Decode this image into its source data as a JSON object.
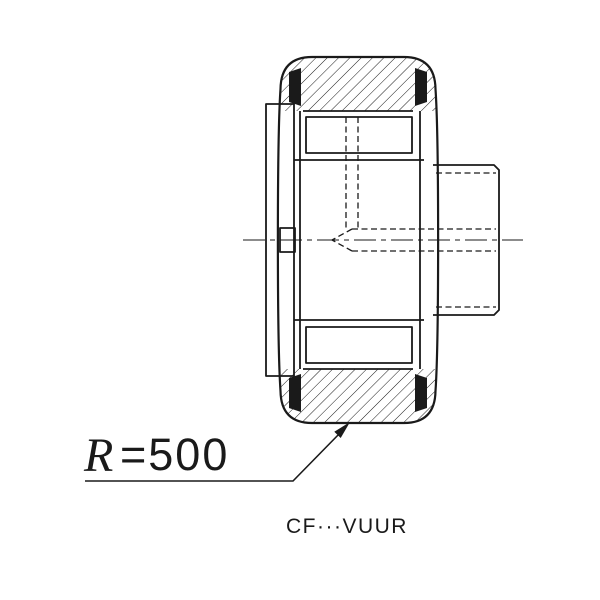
{
  "drawing": {
    "background": "#ffffff",
    "ink": "#1a1a1a",
    "radius_label": {
      "symbol": "R",
      "value": "=500"
    },
    "caption": "CF···VUUR"
  }
}
